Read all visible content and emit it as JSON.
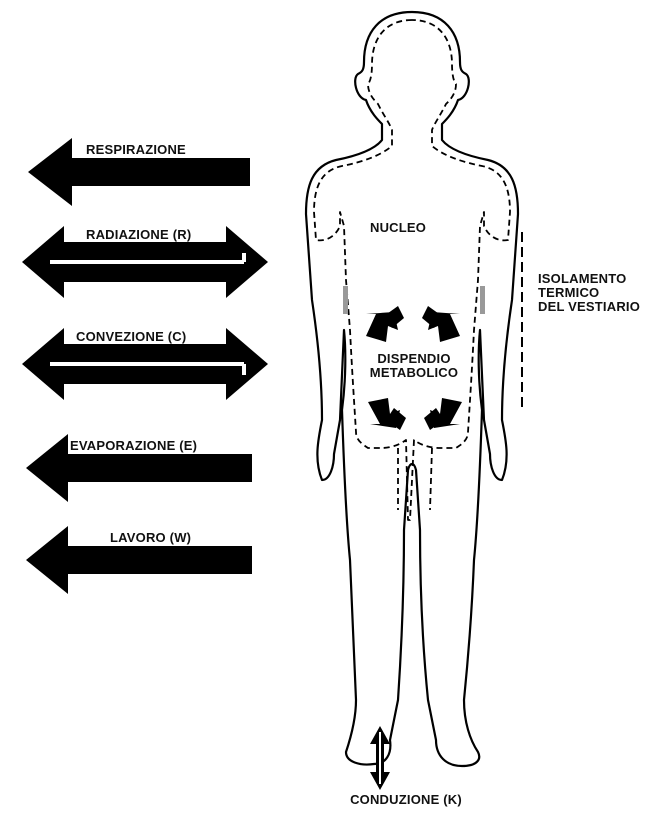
{
  "colors": {
    "ink": "#000000",
    "paper": "#ffffff"
  },
  "labels": {
    "respirazione": "RESPIRAZIONE",
    "radiazione": "RADIAZIONE (R)",
    "convezione": "CONVEZIONE (C)",
    "evaporazione": "EVAPORAZIONE (E)",
    "lavoro": "LAVORO (W)",
    "nucleo": "NUCLEO",
    "dispendio_1": "DISPENDIO",
    "dispendio_2": "METABOLICO",
    "isolamento_1": "ISOLAMENTO",
    "isolamento_2": "TERMICO",
    "isolamento_3": "DEL VESTIARIO",
    "conduzione": "CONDUZIONE (K)"
  }
}
